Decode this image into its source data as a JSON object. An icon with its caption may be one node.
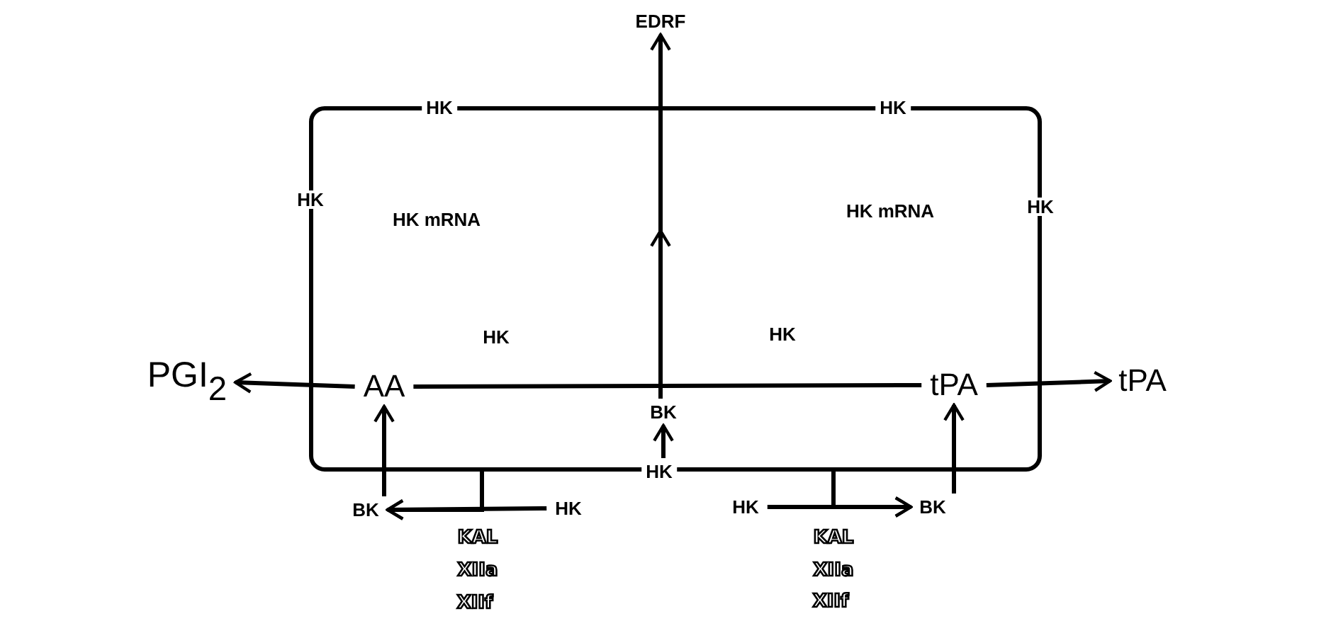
{
  "diagram": {
    "nodes": [
      {
        "text": [],
        "shape": "box"
      },
      {
        "text": [
          "EDRF"
        ]
      },
      {
        "text": [
          "HK"
        ]
      },
      {
        "text": [
          "HK"
        ]
      },
      {
        "text": [
          "HK"
        ]
      },
      {
        "text": [
          "HK"
        ]
      },
      {
        "text": [
          "PGI$_{2}$"
        ]
      },
      {
        "text": [
          "AA"
        ],
        "in": 0
      },
      {
        "text": [
          "tPA"
        ],
        "in": 0
      },
      {
        "text": [
          "tPA"
        ]
      },
      {
        "text": [
          "BK"
        ],
        "in": 0
      },
      {
        "text": [
          "HK"
        ]
      },
      {
        "text": [
          "BK"
        ]
      },
      {
        "text": [
          "HK"
        ]
      },
      {
        "text": [
          "HK"
        ]
      },
      {
        "text": [
          "BK"
        ]
      }
    ],
    "edges": [
      {
        "from": 7,
        "to": 6,
        "arrow": "to"
      },
      {
        "from": 8,
        "to": 9,
        "arrow": "to"
      },
      {
        "from": 7,
        "to": 8,
        "arrow": "none"
      },
      {
        "from": 10,
        "to": 1,
        "arrow": "to"
      },
      {
        "from": 11,
        "to": 10,
        "arrow": "to"
      },
      {
        "from": 12,
        "to": 7,
        "arrow": "to"
      },
      {
        "from": 13,
        "to": 12,
        "arrow": "to"
      },
      {
        "from": 14,
        "to": 15,
        "arrow": "to"
      },
      {
        "from": 15,
        "to": 8,
        "arrow": "to"
      },
      {
        "from": 0,
        "to": 12,
        "arrow": "to"
      },
      {
        "from": 0,
        "to": 15,
        "arrow": "to"
      }
    ],
    "labels": [
      "HK mRNA",
      "HK mRNA",
      "HK",
      "HK",
      "KAL",
      "XIIa",
      "XIIf",
      "KAL",
      "XIIa",
      "XIIf"
    ]
  }
}
